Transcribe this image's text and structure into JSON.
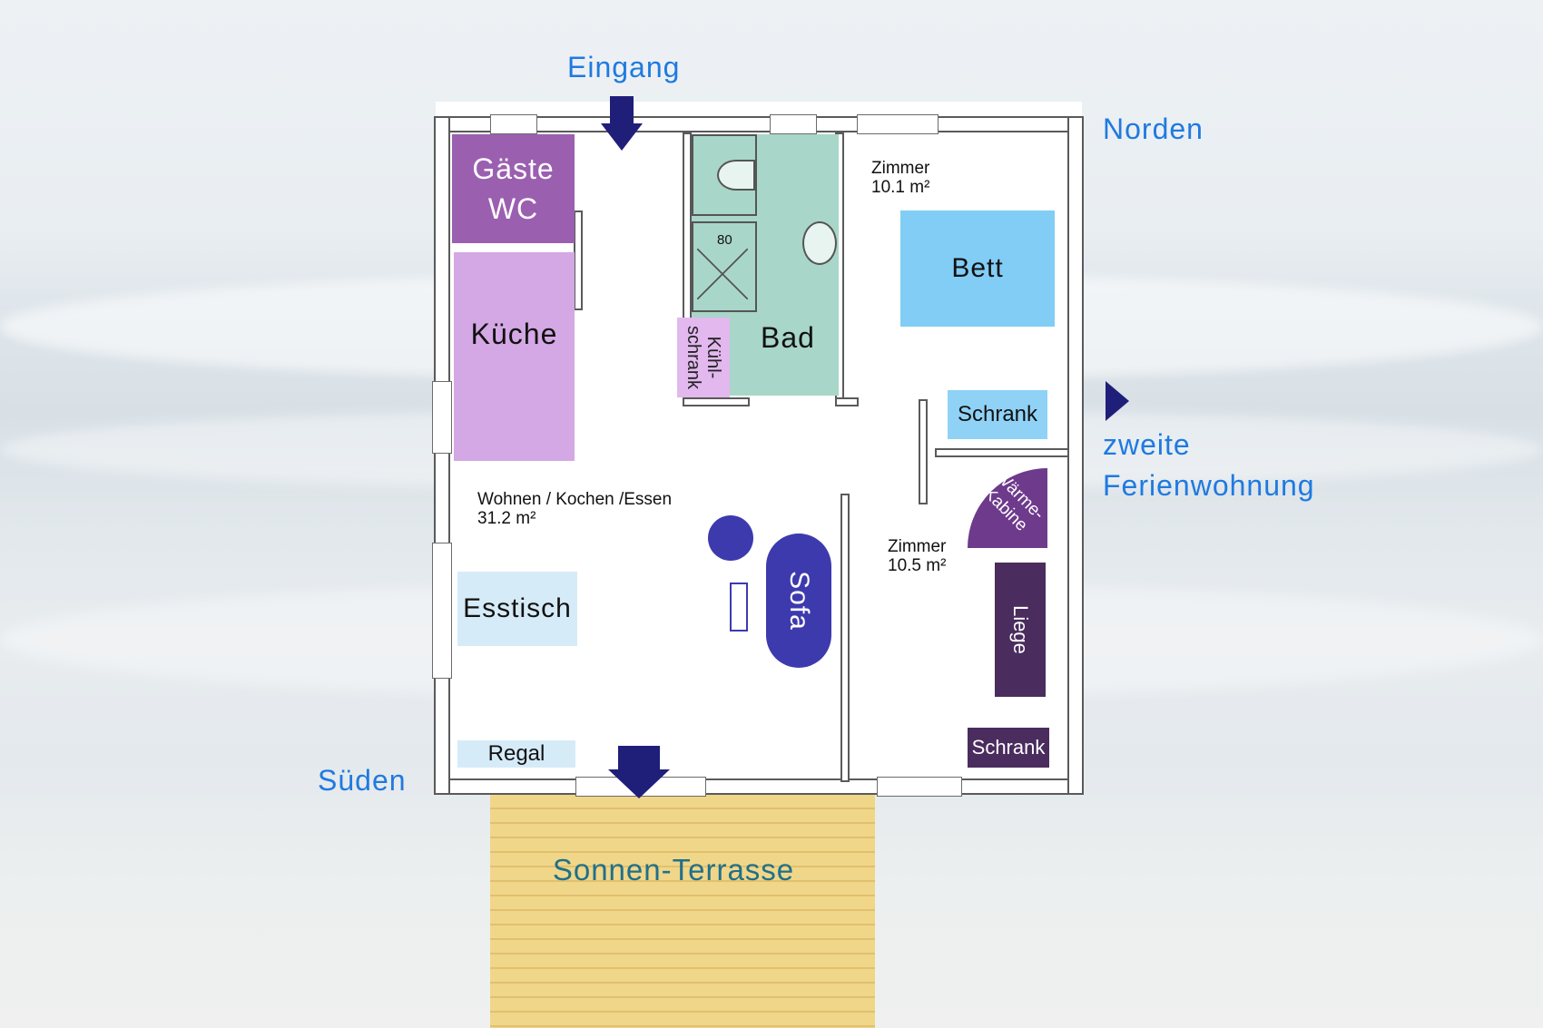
{
  "labels": {
    "entrance": "Eingang",
    "north": "Norden",
    "south": "Süden",
    "second_apartment_line1": "zweite",
    "second_apartment_line2": "Ferienwohnung",
    "terrace": "Sonnen-Terrasse"
  },
  "rooms": {
    "guest_wc_line1": "Gäste",
    "guest_wc_line2": "WC",
    "kitchen": "Küche",
    "fridge_line1": "Kühl-",
    "fridge_line2": "schrank",
    "bath": "Bad",
    "shower_size": "80",
    "bed": "Bett",
    "wardrobe1": "Schrank",
    "sauna_line1": "Wärme-",
    "sauna_line2": "Kabine",
    "lounger": "Liege",
    "wardrobe2": "Schrank",
    "dining_table": "Esstisch",
    "sofa": "Sofa",
    "shelf": "Regal"
  },
  "areas": {
    "room1_name": "Zimmer",
    "room1_size": "10.1 m²",
    "room2_name": "Zimmer",
    "room2_size": "10.5 m²",
    "living_name": "Wohnen / Kochen /Essen",
    "living_size": "31.2 m²"
  },
  "colors": {
    "label_blue": "#1f7ae0",
    "arrow_navy": "#1f1f7a",
    "guest_wc": "#9b5fb0",
    "kitchen": "#d4a8e4",
    "bath": "#a8d6c8",
    "fridge": "#e2b8ee",
    "bed": "#82cdf5",
    "wardrobe1": "#8fd2f6",
    "sauna": "#6e3a8c",
    "lounger": "#4a2c5e",
    "wardrobe2": "#4a2c5e",
    "dining_table": "#d6ebf8",
    "sofa": "#3d3aae",
    "shelf": "#d6ebf8",
    "terrace": "#f0d689"
  }
}
